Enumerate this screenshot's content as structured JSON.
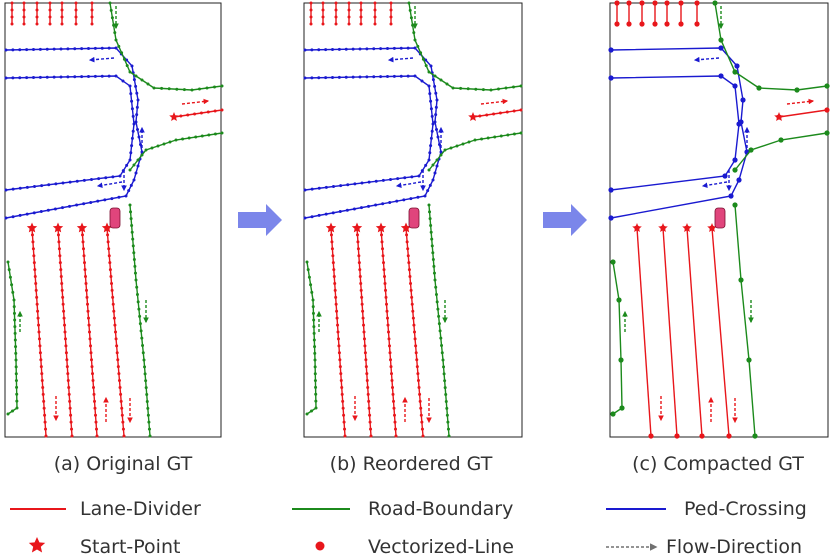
{
  "panels": [
    {
      "caption": "(a) Original GT"
    },
    {
      "caption": "(b) Reordered GT"
    },
    {
      "caption": "(c) Compacted GT"
    }
  ],
  "legend": {
    "lane_divider": "Lane-Divider",
    "road_boundary": "Road-Boundary",
    "ped_crossing": "Ped-Crossing",
    "start_point": "Start-Point",
    "vectorized_line": "Vectorized-Line",
    "flow_direction": "Flow-Direction"
  },
  "colors": {
    "lane_divider": "#e8161b",
    "road_boundary": "#1c8a1c",
    "ped_crossing": "#1a1ad0",
    "arrow": "#7b86ea",
    "vehicle": "#e0457c",
    "flow": "#707070"
  }
}
